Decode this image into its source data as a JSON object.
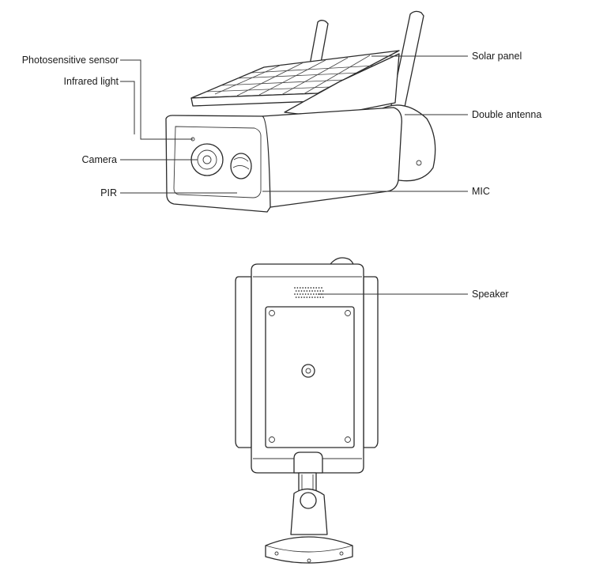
{
  "labels": {
    "photosensitive_sensor": "Photosensitive sensor",
    "infrared_light": "Infrared light",
    "camera": "Camera",
    "pir": "PIR",
    "solar_panel": "Solar panel",
    "double_antenna": "Double antenna",
    "mic": "MIC",
    "speaker": "Speaker"
  }
}
